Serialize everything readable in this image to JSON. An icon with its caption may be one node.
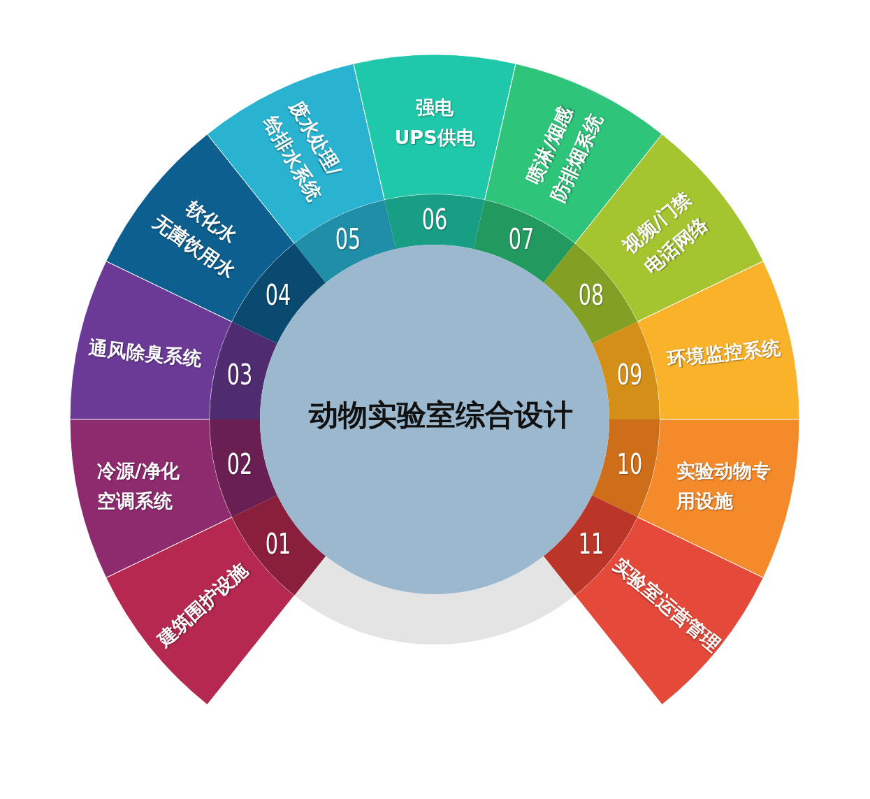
{
  "diagram": {
    "nodes": [
      {
        "text": [
          "动物实验室综合设计"
        ]
      },
      {
        "text": [
          "01",
          "建筑围护设施"
        ]
      },
      {
        "text": [
          "冷源/净化空调系统",
          "02"
        ]
      },
      {
        "text": [
          "通风除臭系统",
          "03"
        ]
      },
      {
        "text": [
          "软化水",
          "无菌饮用水",
          "04"
        ]
      },
      {
        "text": [
          "废水处理/给排水系统",
          "05"
        ]
      },
      {
        "text": [
          "强电",
          "UPS供电",
          "06"
        ]
      },
      {
        "text": [
          "喷淋/烟感",
          "防排烟系统",
          "07"
        ]
      },
      {
        "text": [
          "视频/门禁",
          "电话网络",
          "08"
        ]
      },
      {
        "text": [
          "09",
          "环境监控系统"
        ]
      },
      {
        "text": [
          "10",
          "实验动物专用设施"
        ]
      },
      {
        "text": [
          "11",
          "实验室运营管理"
        ]
      }
    ]
  }
}
